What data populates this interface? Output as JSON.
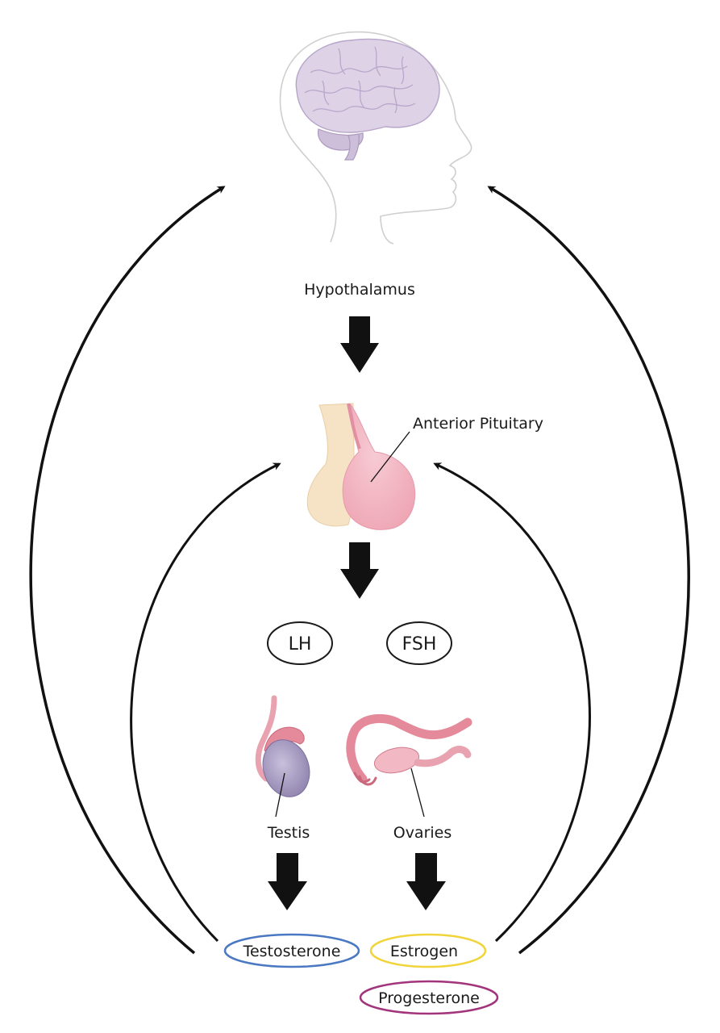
{
  "labels": {
    "hypothalamus": "Hypothalamus",
    "anterior_pituitary": "Anterior Pituitary",
    "lh": "LH",
    "fsh": "FSH",
    "testis": "Testis",
    "ovaries": "Ovaries",
    "testosterone": "Testosterone",
    "estrogen": "Estrogen",
    "progesterone": "Progesterone"
  },
  "icons": {
    "head": "head-brain-icon",
    "pituitary": "pituitary-gland-icon",
    "testis": "testis-icon",
    "ovaries": "ovaries-icon"
  },
  "colors": {
    "testosterone_outline": "#4a78c2",
    "estrogen_outline": "#f0d43a",
    "progesterone_outline": "#a2347c",
    "hormone_outline": "#1a1a1a",
    "arrow": "#111111",
    "pituitary_posterior": "#f6e2c4",
    "pituitary_anterior": "#f2b8c4",
    "brain": "#c9b8d6",
    "testis_body": "#9c90b8",
    "reproductive_tissue": "#e58a9a"
  }
}
